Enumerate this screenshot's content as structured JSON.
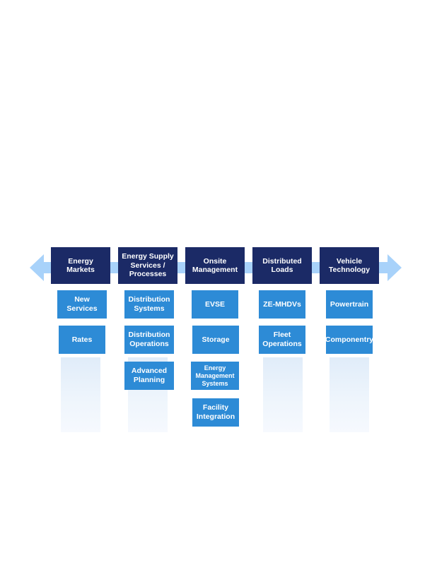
{
  "colors": {
    "header_bg": "#1b2a66",
    "item_bg": "#2d8bd6",
    "arrow": "#a8d2fa",
    "shaft": "#e0ecf9"
  },
  "columns": [
    {
      "header": "Energy\nMarkets",
      "items": [
        "New\nServices",
        "Rates"
      ]
    },
    {
      "header": "Energy Supply\nServices /\nProcesses",
      "items": [
        "Distribution\nSystems",
        "Distribution\nOperations",
        "Advanced\nPlanning"
      ]
    },
    {
      "header": "Onsite\nManagement",
      "items": [
        "EVSE",
        "Storage",
        "Energy\nManagement\nSystems",
        "Facility\nIntegration"
      ]
    },
    {
      "header": "Distributed\nLoads",
      "items": [
        "ZE-MHDVs",
        "Fleet\nOperations"
      ]
    },
    {
      "header": "Vehicle\nTechnology",
      "items": [
        "Powertrain",
        "Componentry"
      ]
    }
  ]
}
